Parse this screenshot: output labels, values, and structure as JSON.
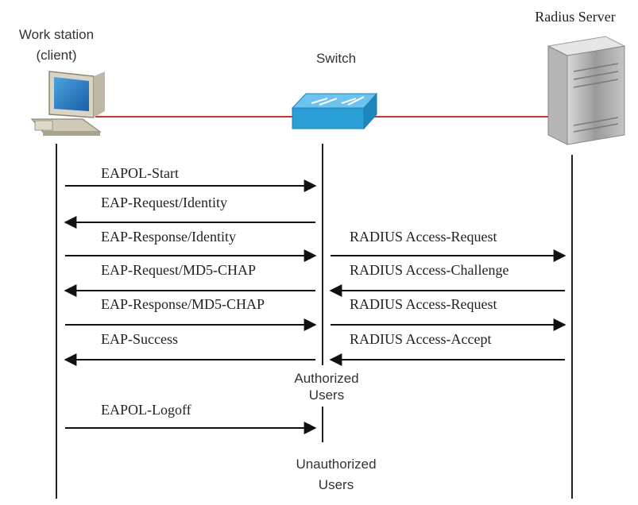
{
  "diagram": {
    "nodes": {
      "workstation": {
        "label_line1": "Work station",
        "label_line2": "(client)"
      },
      "switch": {
        "label": "Switch"
      },
      "radius": {
        "label": "Radius Server"
      }
    },
    "client_switch_messages": [
      {
        "label": "EAPOL-Start",
        "direction": "to-switch"
      },
      {
        "label": "EAP-Request/Identity",
        "direction": "to-client"
      },
      {
        "label": "EAP-Response/Identity",
        "direction": "to-switch"
      },
      {
        "label": "EAP-Request/MD5-CHAP",
        "direction": "to-client"
      },
      {
        "label": "EAP-Response/MD5-CHAP",
        "direction": "to-switch"
      },
      {
        "label": "EAP-Success",
        "direction": "to-client"
      }
    ],
    "switch_radius_messages": [
      {
        "label": "RADIUS Access-Request",
        "direction": "to-radius"
      },
      {
        "label": "RADIUS Access-Challenge",
        "direction": "to-switch"
      },
      {
        "label": "RADIUS Access-Request",
        "direction": "to-radius"
      },
      {
        "label": "RADIUS Access-Accept",
        "direction": "to-switch"
      }
    ],
    "authorized_label": {
      "line1": "Authorized",
      "line2": "Users"
    },
    "logoff": {
      "label": "EAPOL-Logoff",
      "direction": "to-switch"
    },
    "unauthorized_label": {
      "line1": "Unauthorized",
      "line2": "Users"
    },
    "colors": {
      "link_line": "#cc3333",
      "switch_body": "#2a9fd6",
      "lifeline": "#222222"
    }
  }
}
